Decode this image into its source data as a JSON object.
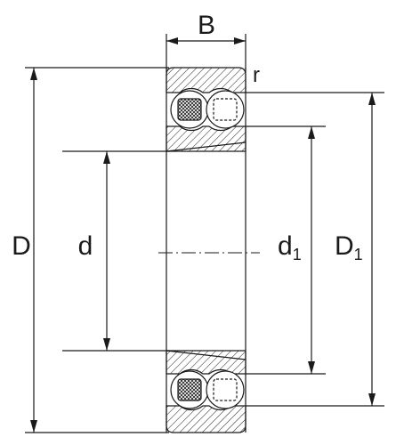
{
  "labels": {
    "width": "B",
    "fillet": "r",
    "outer_diameter": "D",
    "bore_diameter": "d",
    "inner_shoulder_diameter": "d",
    "inner_shoulder_subscript": "1",
    "outer_shoulder_diameter": "D",
    "outer_shoulder_subscript": "1"
  },
  "colors": {
    "line": "#1a1a1a",
    "background": "#ffffff"
  }
}
